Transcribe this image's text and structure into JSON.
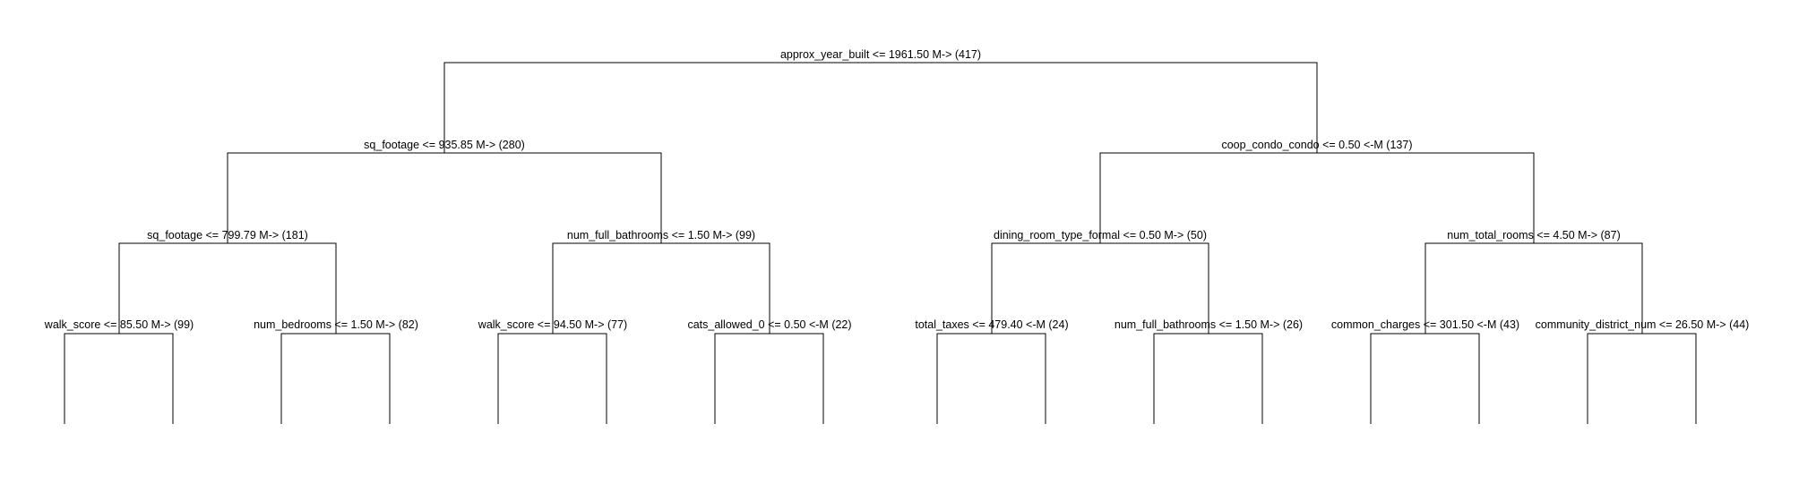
{
  "tree": {
    "root": {
      "label": "approx_year_built <= 1961.50 M-> (417)",
      "left": {
        "label": "sq_footage <= 935.85 M-> (280)",
        "left": {
          "label": "sq_footage <= 799.79 M-> (181)",
          "left": {
            "label": "walk_score <= 85.50 M-> (99)"
          },
          "right": {
            "label": "num_bedrooms <= 1.50 M-> (82)"
          }
        },
        "right": {
          "label": "num_full_bathrooms <= 1.50 M-> (99)",
          "left": {
            "label": "walk_score <= 94.50 M-> (77)"
          },
          "right": {
            "label": "cats_allowed_0 <= 0.50 <-M (22)"
          }
        }
      },
      "right": {
        "label": "coop_condo_condo <= 0.50 <-M (137)",
        "left": {
          "label": "dining_room_type_formal <= 0.50 M-> (50)",
          "left": {
            "label": "total_taxes <= 479.40 <-M (24)"
          },
          "right": {
            "label": "num_full_bathrooms <= 1.50 M-> (26)"
          }
        },
        "right": {
          "label": "num_total_rooms <= 4.50 M-> (87)",
          "left": {
            "label": "common_charges <= 301.50 <-M (43)"
          },
          "right": {
            "label": "community_district_num <= 26.50 M-> (44)"
          }
        }
      }
    }
  }
}
